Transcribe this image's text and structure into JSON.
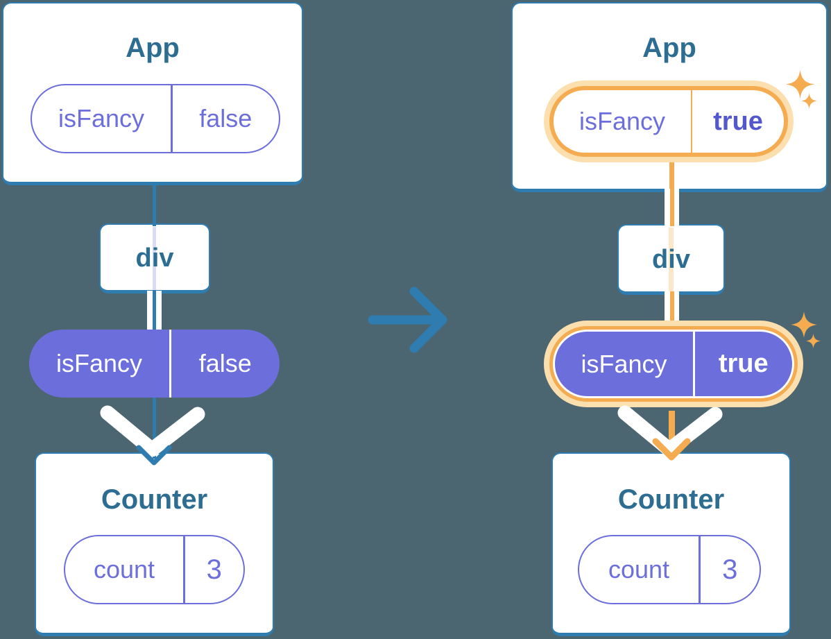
{
  "colors": {
    "bg": "#4B6670",
    "blue": "#2E7CB0",
    "heading": "#2D6D92",
    "purple": "#6B6EDB",
    "purple-bold": "#5357CE",
    "orange": "#F5AB4F",
    "orange-light": "#FBDFAE",
    "orange-faded": "#FCE8C8",
    "lavender-faded": "#D8DDF3"
  },
  "left": {
    "app": {
      "title": "App",
      "prop": {
        "key": "isFancy",
        "value": "false"
      }
    },
    "div": {
      "label": "div"
    },
    "passed_prop": {
      "key": "isFancy",
      "value": "false"
    },
    "counter": {
      "title": "Counter",
      "state": {
        "key": "count",
        "value": "3"
      }
    }
  },
  "right": {
    "app": {
      "title": "App",
      "prop": {
        "key": "isFancy",
        "value": "true"
      }
    },
    "div": {
      "label": "div"
    },
    "passed_prop": {
      "key": "isFancy",
      "value": "true"
    },
    "counter": {
      "title": "Counter",
      "state": {
        "key": "count",
        "value": "3"
      }
    }
  }
}
